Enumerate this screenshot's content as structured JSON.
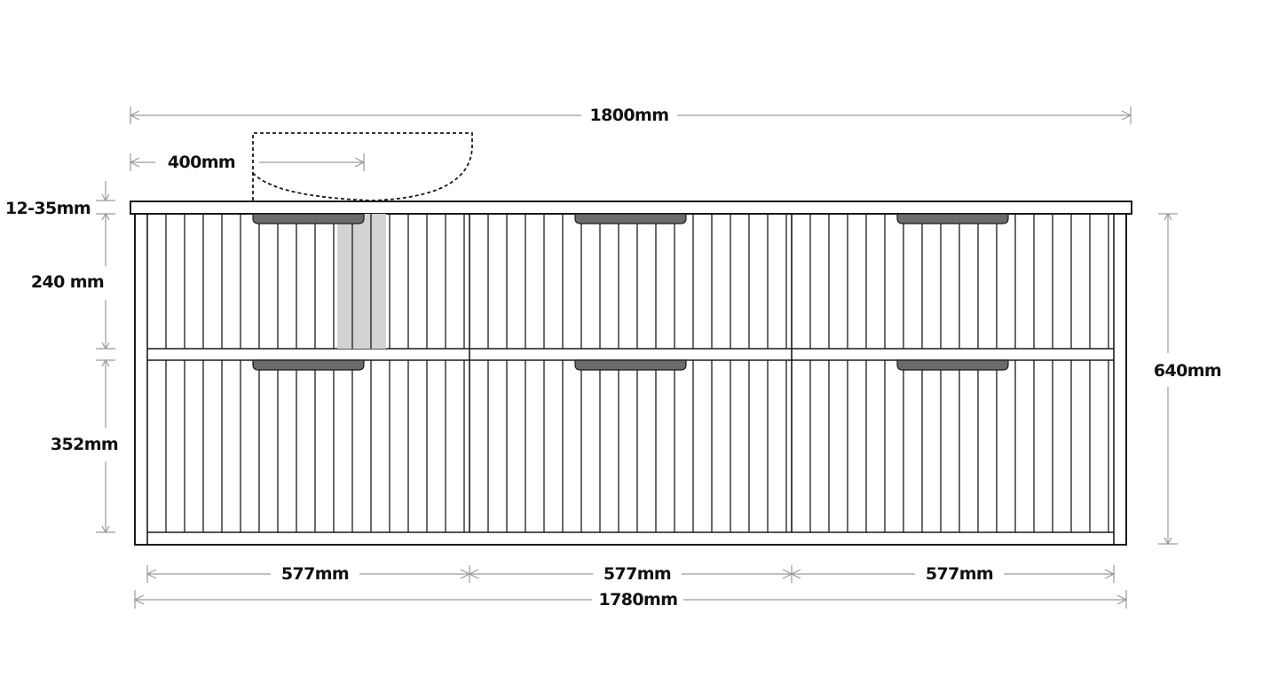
{
  "diagram": {
    "colors": {
      "line": "#1b1b1b",
      "dimension": "#9a9a9a",
      "handle": "#6b6b6b",
      "highlight": "#d2d4d4",
      "background": "#ffffff"
    },
    "labels": {
      "overall_width": "1800mm",
      "basin_offset": "400mm",
      "top_thickness": "12-35mm",
      "top_drawer_height": "240 mm",
      "bottom_drawer_height": "352mm",
      "cabinet_height": "640mm",
      "bay_widths": [
        "577mm",
        "577mm",
        "577mm"
      ],
      "cabinet_width": "1780mm"
    }
  }
}
